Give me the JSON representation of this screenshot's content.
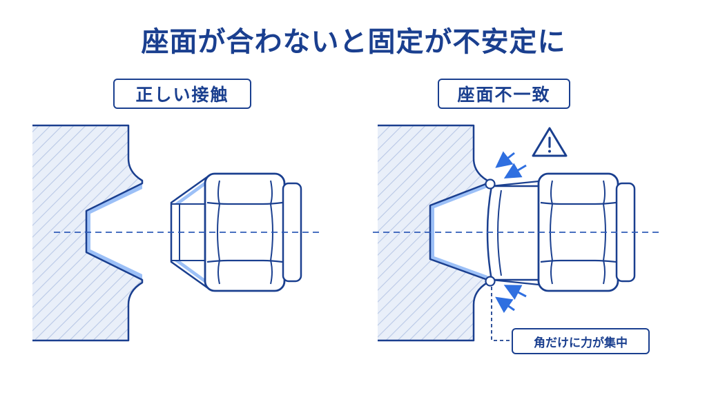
{
  "title": "座面が合わないと固定が不安定に",
  "panels": {
    "left_label": "正しい接触",
    "right_label": "座面不一致"
  },
  "callout": "角だけに力が集中",
  "colors": {
    "primary": "#1a3f8f",
    "accent": "#3b82f6",
    "seat_highlight": "#9cc0f7",
    "hatch_bg": "#e9eff9",
    "hatch_line": "#b9c8e6",
    "axis": "#2f5bb8"
  },
  "icons": [
    "warning-icon",
    "force-arrow-icon",
    "contact-point-icon"
  ]
}
